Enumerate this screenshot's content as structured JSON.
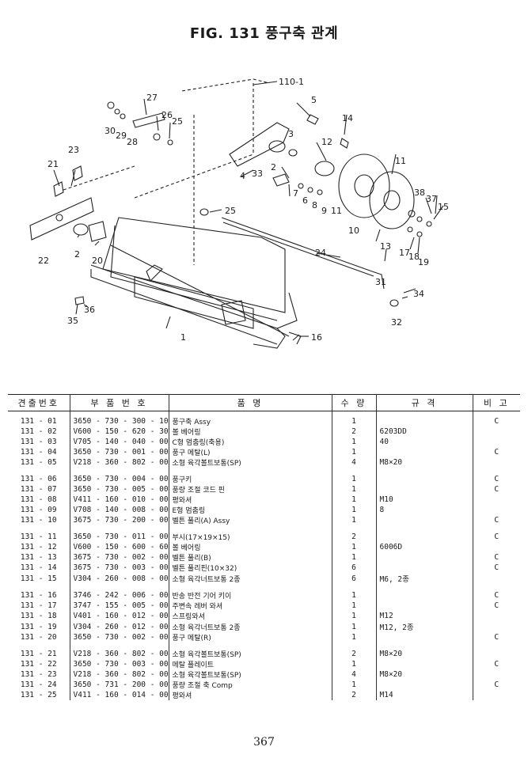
{
  "title": "FIG. 131 풍구축 관계",
  "callouts": {
    "c110": "110-1",
    "c1": "1",
    "c2a": "2",
    "c2b": "2",
    "c3": "3",
    "c4": "4",
    "c5": "5",
    "c6": "6",
    "c7": "7",
    "c8": "8",
    "c9": "9",
    "c10": "10",
    "c11a": "11",
    "c11b": "11",
    "c12": "12",
    "c13": "13",
    "c14": "14",
    "c15": "15",
    "c16": "16",
    "c17": "17",
    "c18": "18",
    "c19": "19",
    "c20": "20",
    "c21": "21",
    "c22": "22",
    "c23": "23",
    "c24": "24",
    "c25a": "25",
    "c25b": "25",
    "c26": "26",
    "c27": "27",
    "c28": "28",
    "c29": "29",
    "c30": "30",
    "c31": "31",
    "c32": "32",
    "c33": "33",
    "c34": "34",
    "c35": "35",
    "c36": "36",
    "c37": "37",
    "c38": "38"
  },
  "table": {
    "headers": [
      "견출번호",
      "부 품 번 호",
      "품 명",
      "수 량",
      "규 격",
      "비 고"
    ],
    "groups": [
      [
        {
          "no": "131 - 01",
          "part": "3650 - 730 - 300 - 10",
          "name": "풍구축 Assy",
          "qty": "1",
          "spec": "",
          "note": "C"
        },
        {
          "no": "131 - 02",
          "part": "V600 - 150 - 620 - 30",
          "name": "볼 베어링",
          "qty": "2",
          "spec": "6203DD",
          "note": ""
        },
        {
          "no": "131 - 03",
          "part": "V705 - 140 - 040 - 00",
          "name": "C형 멈춤링(축용)",
          "qty": "1",
          "spec": "40",
          "note": ""
        },
        {
          "no": "131 - 04",
          "part": "3650 - 730 - 001 - 00",
          "name": "풍구 메탈(L)",
          "qty": "1",
          "spec": "",
          "note": "C"
        },
        {
          "no": "131 - 05",
          "part": "V218 - 360 - 802 - 00",
          "name": "소형 육각볼트보통(SP)",
          "qty": "4",
          "spec": "M8×20",
          "note": ""
        }
      ],
      [
        {
          "no": "131 - 06",
          "part": "3650 - 730 - 004 - 00",
          "name": "풍구키",
          "qty": "1",
          "spec": "",
          "note": "C"
        },
        {
          "no": "131 - 07",
          "part": "3650 - 730 - 005 - 00",
          "name": "풍량 조절 코드 핀",
          "qty": "1",
          "spec": "",
          "note": "C"
        },
        {
          "no": "131 - 08",
          "part": "V411 - 160 - 010 - 00",
          "name": "평와셔",
          "qty": "1",
          "spec": "M10",
          "note": ""
        },
        {
          "no": "131 - 09",
          "part": "V708 - 140 - 008 - 00",
          "name": "E형 멈춤링",
          "qty": "1",
          "spec": "8",
          "note": ""
        },
        {
          "no": "131 - 10",
          "part": "3675 - 730 - 200 - 00",
          "name": "벨튼 풀리(A) Assy",
          "qty": "1",
          "spec": "",
          "note": "C"
        }
      ],
      [
        {
          "no": "131 - 11",
          "part": "3650 - 730 - 011 - 00",
          "name": "부시(17×19×15)",
          "qty": "2",
          "spec": "",
          "note": "C"
        },
        {
          "no": "131 - 12",
          "part": "V600 - 150 - 600 - 60",
          "name": "볼 베어링",
          "qty": "1",
          "spec": "6006D",
          "note": ""
        },
        {
          "no": "131 - 13",
          "part": "3675 - 730 - 002 - 00",
          "name": "벨튼 풀리(B)",
          "qty": "1",
          "spec": "",
          "note": "C"
        },
        {
          "no": "131 - 14",
          "part": "3675 - 730 - 003 - 00",
          "name": "벨튼 풀리핀(10×32)",
          "qty": "6",
          "spec": "",
          "note": "C"
        },
        {
          "no": "131 - 15",
          "part": "V304 - 260 - 008 - 00",
          "name": "소형 육각너트보통 2종",
          "qty": "6",
          "spec": "M6, 2종",
          "note": ""
        }
      ],
      [
        {
          "no": "131 - 16",
          "part": "3746 - 242 - 006 - 00",
          "name": "반송 반전 기어 키이",
          "qty": "1",
          "spec": "",
          "note": "C"
        },
        {
          "no": "131 - 17",
          "part": "3747 - 155 - 005 - 00",
          "name": "주변속 레버 와셔",
          "qty": "1",
          "spec": "",
          "note": "C"
        },
        {
          "no": "131 - 18",
          "part": "V401 - 160 - 012 - 00",
          "name": "스프링와셔",
          "qty": "1",
          "spec": "M12",
          "note": ""
        },
        {
          "no": "131 - 19",
          "part": "V304 - 260 - 012 - 00",
          "name": "소형 육각너트보통 2종",
          "qty": "1",
          "spec": "M12, 2종",
          "note": ""
        },
        {
          "no": "131 - 20",
          "part": "3650 - 730 - 002 - 00",
          "name": "풍구 메탈(R)",
          "qty": "1",
          "spec": "",
          "note": "C"
        }
      ],
      [
        {
          "no": "131 - 21",
          "part": "V218 - 360 - 802 - 00",
          "name": "소형 육각볼트보통(SP)",
          "qty": "2",
          "spec": "M8×20",
          "note": ""
        },
        {
          "no": "131 - 22",
          "part": "3650 - 730 - 003 - 00",
          "name": "메탈 플레이트",
          "qty": "1",
          "spec": "",
          "note": "C"
        },
        {
          "no": "131 - 23",
          "part": "V218 - 360 - 802 - 00",
          "name": "소형 육각볼트보통(SP)",
          "qty": "4",
          "spec": "M8×20",
          "note": ""
        },
        {
          "no": "131 - 24",
          "part": "3650 - 731 - 200 - 00",
          "name": "풍량 조절 축 Comp",
          "qty": "1",
          "spec": "",
          "note": "C"
        },
        {
          "no": "131 - 25",
          "part": "V411 - 160 - 014 - 00",
          "name": "평와셔",
          "qty": "2",
          "spec": "M14",
          "note": ""
        }
      ]
    ]
  },
  "page_number": "367"
}
